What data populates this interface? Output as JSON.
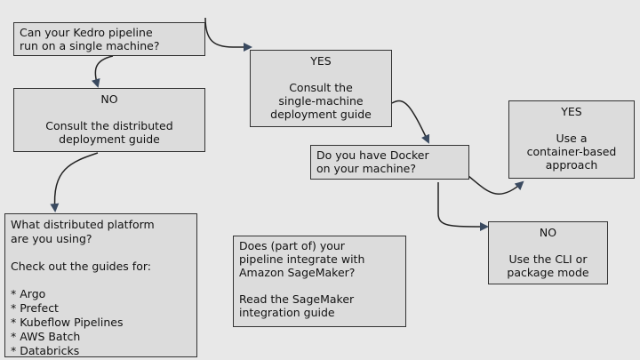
{
  "nodes": {
    "q_single_machine": {
      "lines": [
        "Can your Kedro pipeline",
        "run on a single machine?"
      ]
    },
    "no_distributed": {
      "title": "NO",
      "lines": [
        "Consult the distributed",
        "deployment guide"
      ]
    },
    "yes_single": {
      "title": "YES",
      "lines": [
        "Consult the",
        "single-machine",
        "deployment guide"
      ]
    },
    "q_docker": {
      "lines": [
        "Do you have Docker",
        "on your machine?"
      ]
    },
    "yes_container": {
      "title": "YES",
      "lines": [
        "Use a",
        "container-based",
        "approach"
      ]
    },
    "no_cli": {
      "title": "NO",
      "lines": [
        "Use the CLI or",
        "package mode"
      ]
    },
    "distributed_platform": {
      "lines": [
        "What distributed platform",
        "are you using?"
      ],
      "guides_intro": "Check out the guides for:",
      "guides": [
        "* Argo",
        "* Prefect",
        "* Kubeflow Pipelines",
        "* AWS Batch",
        "* Databricks"
      ]
    },
    "sagemaker": {
      "lines": [
        "Does (part of) your",
        "pipeline integrate with",
        "Amazon SageMaker?"
      ],
      "action": [
        "Read the SageMaker",
        "integration guide"
      ]
    }
  },
  "colors": {
    "background": "#e8e8e8",
    "box": "#dcdcdc",
    "arrow": "#3a4a60"
  }
}
